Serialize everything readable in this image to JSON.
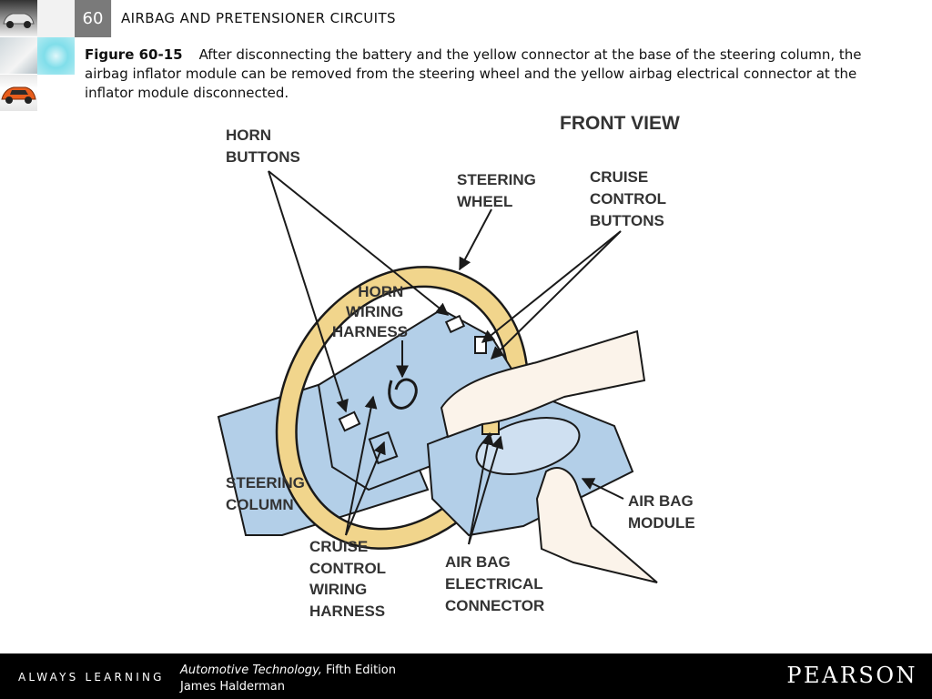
{
  "header": {
    "chapter_number": "60",
    "chapter_title": "AIRBAG AND PRETENSIONER CIRCUITS"
  },
  "caption": {
    "figure_label": "Figure 60-15",
    "text": "After disconnecting the battery and the yellow connector at the base of the steering column, the airbag inflator module can be removed from the steering wheel and the yellow airbag electrical connector at the inflator module disconnected."
  },
  "figure": {
    "view_title": "FRONT VIEW",
    "labels": {
      "horn_buttons": [
        "HORN",
        "BUTTONS"
      ],
      "steering_wheel": [
        "STEERING",
        "WHEEL"
      ],
      "cruise_control_buttons": [
        "CRUISE",
        "CONTROL",
        "BUTTONS"
      ],
      "horn_wiring_harness": [
        "HORN",
        "WIRING",
        "HARNESS"
      ],
      "steering_column": [
        "STEERING",
        "COLUMN"
      ],
      "air_bag_module": [
        "AIR BAG",
        "MODULE"
      ],
      "cruise_control_wiring_harness": [
        "CRUISE",
        "CONTROL",
        "WIRING",
        "HARNESS"
      ],
      "air_bag_electrical_connector": [
        "AIR BAG",
        "ELECTRICAL",
        "CONNECTOR"
      ]
    },
    "colors": {
      "wheel": "#f1d58c",
      "parts": "#b3cfe8",
      "outline": "#1a1a1a",
      "hand": "#fbf3ea"
    }
  },
  "footer": {
    "tagline": "ALWAYS LEARNING",
    "book_title": "Automotive Technology,",
    "edition": "Fifth Edition",
    "author": "James Halderman",
    "publisher": "PEARSON"
  }
}
